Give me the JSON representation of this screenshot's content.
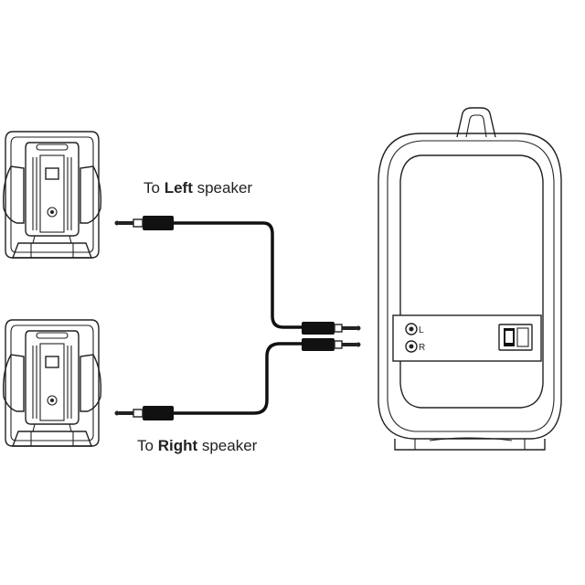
{
  "labels": {
    "left_prefix": "To ",
    "left_bold": "Left",
    "left_suffix": " speaker",
    "right_prefix": "To ",
    "right_bold": "Right",
    "right_suffix": " speaker"
  },
  "jacks": {
    "left": "L",
    "right": "R"
  },
  "icons": [
    "satellite-speaker-left",
    "satellite-speaker-right",
    "quarter-inch-plug",
    "cable",
    "subwoofer",
    "power-switch",
    "output-jack"
  ]
}
